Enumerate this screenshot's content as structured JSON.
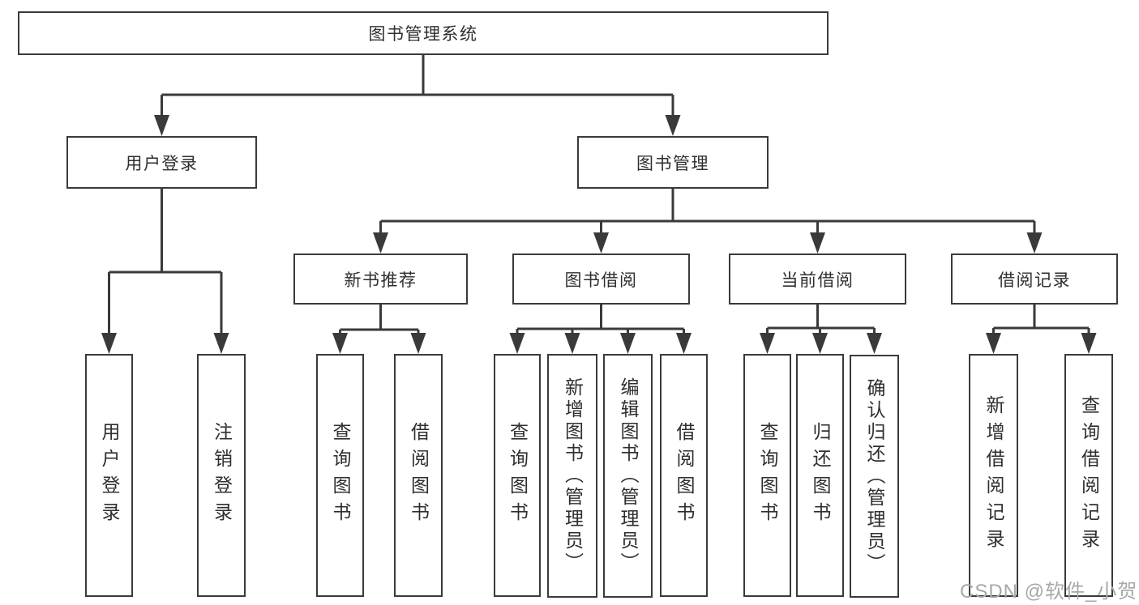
{
  "root": {
    "label": "图书管理系统"
  },
  "level2": {
    "user_login": {
      "label": "用户登录",
      "children": {
        "login": {
          "label": "用户登录"
        },
        "logout": {
          "label": "注销登录"
        }
      }
    },
    "book_management": {
      "label": "图书管理",
      "children": {
        "new_book_recommend": {
          "label": "新书推荐",
          "children": {
            "query_book": {
              "label": "查询图书"
            },
            "borrow_book": {
              "label": "借阅图书"
            }
          }
        },
        "book_borrow": {
          "label": "图书借阅",
          "children": {
            "query_book": {
              "label": "查询图书"
            },
            "add_book": {
              "label": "新增图书（管理员）"
            },
            "edit_book": {
              "label": "编辑图书（管理员）"
            },
            "borrow_book": {
              "label": "借阅图书"
            }
          }
        },
        "current_borrow": {
          "label": "当前借阅",
          "children": {
            "query_book": {
              "label": "查询图书"
            },
            "return_book": {
              "label": "归还图书"
            },
            "confirm_return": {
              "label": "确认归还（管理员）"
            }
          }
        },
        "borrow_records": {
          "label": "借阅记录",
          "children": {
            "add_record": {
              "label": "新增借阅记录"
            },
            "query_record": {
              "label": "查询借阅记录"
            }
          }
        }
      }
    }
  },
  "watermark": {
    "text": "CSDN @软件_小贺同学"
  },
  "colors": {
    "line": "#3a3a3a",
    "text": "#2f2f2f",
    "node_background": "#ffffff",
    "watermark": "#a8a8a8",
    "background": "#ffffff"
  }
}
